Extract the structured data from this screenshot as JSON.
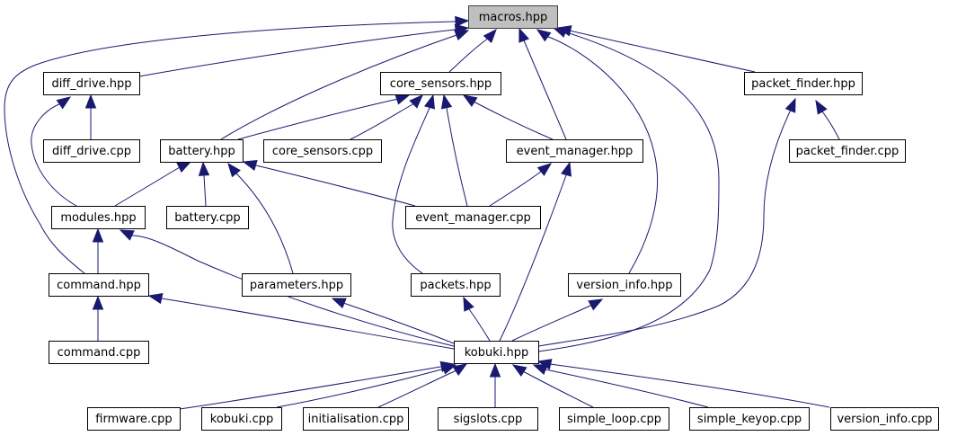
{
  "title": "macros.hpp include dependency graph",
  "colors": {
    "edge": "#191970",
    "root_fill": "#bfbfbf",
    "node_fill": "#ffffff",
    "border": "#000000"
  },
  "nodes": [
    {
      "id": "macros_hpp",
      "label": "macros.hpp",
      "root": true
    },
    {
      "id": "diff_drive_hpp",
      "label": "diff_drive.hpp"
    },
    {
      "id": "core_sensors_hpp",
      "label": "core_sensors.hpp"
    },
    {
      "id": "packet_finder_hpp",
      "label": "packet_finder.hpp"
    },
    {
      "id": "diff_drive_cpp",
      "label": "diff_drive.cpp"
    },
    {
      "id": "battery_hpp",
      "label": "battery.hpp"
    },
    {
      "id": "core_sensors_cpp",
      "label": "core_sensors.cpp"
    },
    {
      "id": "event_manager_hpp",
      "label": "event_manager.hpp"
    },
    {
      "id": "packet_finder_cpp",
      "label": "packet_finder.cpp"
    },
    {
      "id": "modules_hpp",
      "label": "modules.hpp"
    },
    {
      "id": "battery_cpp",
      "label": "battery.cpp"
    },
    {
      "id": "event_manager_cpp",
      "label": "event_manager.cpp"
    },
    {
      "id": "command_hpp",
      "label": "command.hpp"
    },
    {
      "id": "parameters_hpp",
      "label": "parameters.hpp"
    },
    {
      "id": "packets_hpp",
      "label": "packets.hpp"
    },
    {
      "id": "version_info_hpp",
      "label": "version_info.hpp"
    },
    {
      "id": "command_cpp",
      "label": "command.cpp"
    },
    {
      "id": "kobuki_hpp",
      "label": "kobuki.hpp"
    },
    {
      "id": "firmware_cpp",
      "label": "firmware.cpp"
    },
    {
      "id": "kobuki_cpp",
      "label": "kobuki.cpp"
    },
    {
      "id": "initialisation_cpp",
      "label": "initialisation.cpp"
    },
    {
      "id": "sigslots_cpp",
      "label": "sigslots.cpp"
    },
    {
      "id": "simple_loop_cpp",
      "label": "simple_loop.cpp"
    },
    {
      "id": "simple_keyop_cpp",
      "label": "simple_keyop.cpp"
    },
    {
      "id": "version_info_cpp",
      "label": "version_info.cpp"
    }
  ],
  "edges": [
    {
      "from": "command_hpp",
      "to": "macros_hpp"
    },
    {
      "from": "diff_drive_hpp",
      "to": "macros_hpp"
    },
    {
      "from": "battery_hpp",
      "to": "macros_hpp"
    },
    {
      "from": "core_sensors_hpp",
      "to": "macros_hpp"
    },
    {
      "from": "event_manager_hpp",
      "to": "macros_hpp"
    },
    {
      "from": "version_info_hpp",
      "to": "macros_hpp"
    },
    {
      "from": "kobuki_hpp",
      "to": "macros_hpp"
    },
    {
      "from": "packet_finder_hpp",
      "to": "macros_hpp"
    },
    {
      "from": "diff_drive_cpp",
      "to": "diff_drive_hpp"
    },
    {
      "from": "modules_hpp",
      "to": "diff_drive_hpp"
    },
    {
      "from": "battery_hpp",
      "to": "core_sensors_hpp"
    },
    {
      "from": "core_sensors_cpp",
      "to": "core_sensors_hpp"
    },
    {
      "from": "packets_hpp",
      "to": "core_sensors_hpp"
    },
    {
      "from": "event_manager_cpp",
      "to": "core_sensors_hpp"
    },
    {
      "from": "event_manager_hpp",
      "to": "core_sensors_hpp"
    },
    {
      "from": "packet_finder_cpp",
      "to": "packet_finder_hpp"
    },
    {
      "from": "kobuki_hpp",
      "to": "packet_finder_hpp"
    },
    {
      "from": "modules_hpp",
      "to": "battery_hpp"
    },
    {
      "from": "battery_cpp",
      "to": "battery_hpp"
    },
    {
      "from": "parameters_hpp",
      "to": "battery_hpp"
    },
    {
      "from": "event_manager_cpp",
      "to": "battery_hpp"
    },
    {
      "from": "event_manager_cpp",
      "to": "event_manager_hpp"
    },
    {
      "from": "kobuki_hpp",
      "to": "event_manager_hpp"
    },
    {
      "from": "command_hpp",
      "to": "modules_hpp"
    },
    {
      "from": "kobuki_hpp",
      "to": "modules_hpp"
    },
    {
      "from": "command_cpp",
      "to": "command_hpp"
    },
    {
      "from": "kobuki_hpp",
      "to": "command_hpp"
    },
    {
      "from": "kobuki_hpp",
      "to": "parameters_hpp"
    },
    {
      "from": "kobuki_hpp",
      "to": "packets_hpp"
    },
    {
      "from": "kobuki_hpp",
      "to": "version_info_hpp"
    },
    {
      "from": "firmware_cpp",
      "to": "kobuki_hpp"
    },
    {
      "from": "kobuki_cpp",
      "to": "kobuki_hpp"
    },
    {
      "from": "initialisation_cpp",
      "to": "kobuki_hpp"
    },
    {
      "from": "sigslots_cpp",
      "to": "kobuki_hpp"
    },
    {
      "from": "simple_loop_cpp",
      "to": "kobuki_hpp"
    },
    {
      "from": "simple_keyop_cpp",
      "to": "kobuki_hpp"
    },
    {
      "from": "version_info_cpp",
      "to": "kobuki_hpp"
    }
  ]
}
